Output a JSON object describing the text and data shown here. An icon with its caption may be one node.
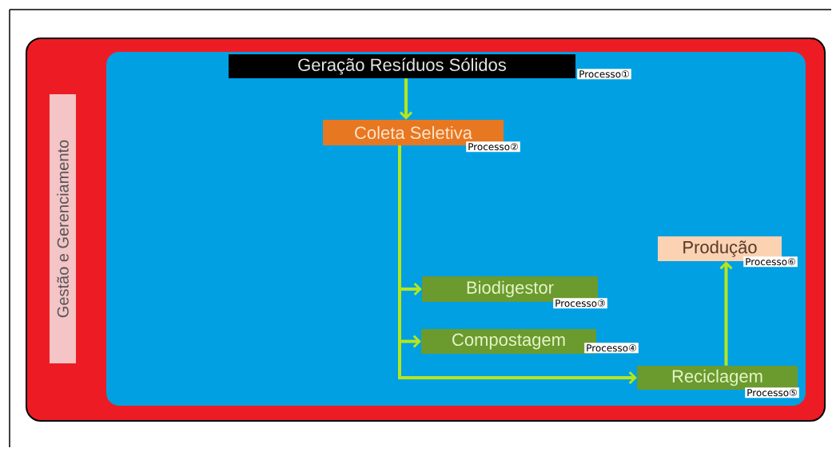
{
  "diagram": {
    "nodes": [
      {
        "text": [
          "Geração Resíduos Sólidos"
        ],
        "beside": [
          "Processo①"
        ]
      },
      {
        "text": [
          "Coleta Seletiva"
        ],
        "beside": [
          "Processo②"
        ]
      },
      {
        "text": [
          "Biodigestor"
        ],
        "beside": [
          "Processo③"
        ]
      },
      {
        "text": [
          "Compostagem"
        ],
        "beside": [
          "Processo④"
        ]
      },
      {
        "text": [
          "Reciclagem"
        ],
        "beside": [
          "Processo⑤"
        ]
      },
      {
        "text": [
          "Produção"
        ],
        "beside": [
          "Processo⑥"
        ]
      },
      {
        "text": [
          "Gestão e Gerenciamento"
        ]
      }
    ],
    "edges": [
      {
        "from": 0,
        "to": 1,
        "arrow": "to"
      },
      {
        "from": 1,
        "to": 2,
        "arrow": "to"
      },
      {
        "from": 1,
        "to": 3,
        "arrow": "to"
      },
      {
        "from": 1,
        "to": 4,
        "arrow": "to"
      },
      {
        "from": 4,
        "to": 5,
        "arrow": "to"
      }
    ]
  }
}
